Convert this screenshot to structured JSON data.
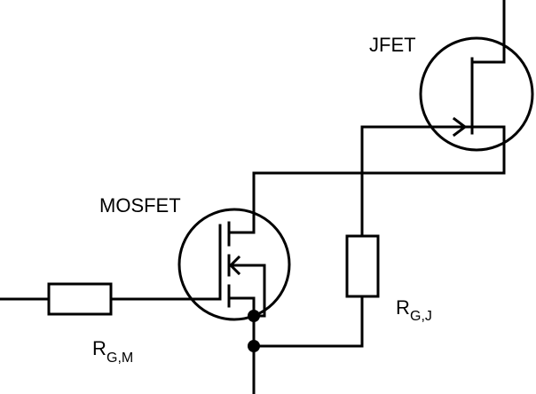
{
  "labels": {
    "jfet": "JFET",
    "mosfet": "MOSFET",
    "rgj_main": "R",
    "rgj_sub": "G,J",
    "rgm_main": "R",
    "rgm_sub": "G,M"
  }
}
